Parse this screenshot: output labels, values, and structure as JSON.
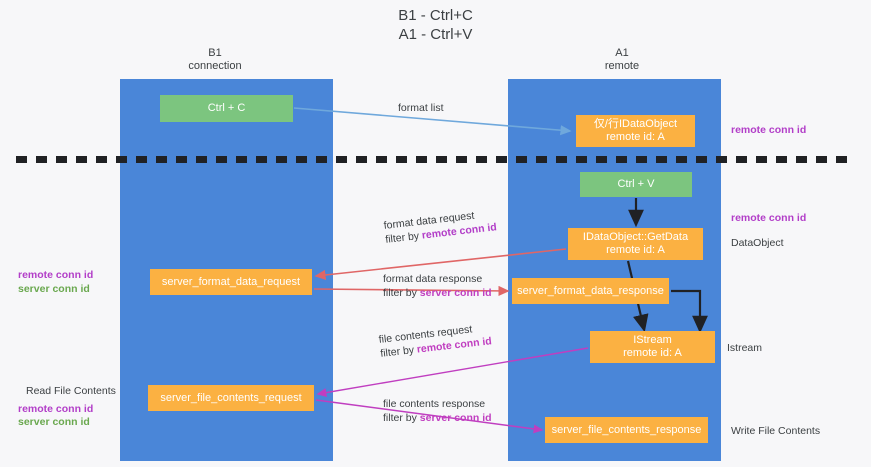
{
  "diagram": {
    "title": "B1 - Ctrl+C\nA1 - Ctrl+V",
    "colors": {
      "lane": "#4a86d8",
      "green_box": "#7cc57f",
      "orange_box": "#fbb142",
      "purple_text": "#b23ec8",
      "green_text": "#6aa84f",
      "magenta_text": "#c03ec0",
      "blue_arrow": "#6fa8dc",
      "red_arrow": "#e06666",
      "black_arrow": "#202124",
      "separator": "#202124",
      "background": "#f7f7f9"
    },
    "columns": [
      {
        "id": "b1",
        "line1": "B1",
        "line2": "connection"
      },
      {
        "id": "a1",
        "line1": "A1",
        "line2": "remote"
      }
    ],
    "boxes": {
      "ctrl_c": {
        "line1": "Ctrl + C",
        "line2": ""
      },
      "idataobject": {
        "line1": "仅/行IDataObject",
        "line2": "remote id: A"
      },
      "ctrl_v": {
        "line1": "Ctrl + V",
        "line2": ""
      },
      "getdata": {
        "line1": "IDataObject::GetData",
        "line2": "remote id: A"
      },
      "server_format_data_request": {
        "line1": "server_format_data_request",
        "line2": ""
      },
      "server_format_data_response": {
        "line1": "server_format_data_response",
        "line2": ""
      },
      "istream": {
        "line1": "IStream",
        "line2": "remote id: A"
      },
      "server_file_contents_request": {
        "line1": "server_file_contents_request",
        "line2": ""
      },
      "server_file_contents_response": {
        "line1": "server_file_contents_response",
        "line2": ""
      }
    },
    "edge_labels": {
      "format_list": "format list",
      "format_data_request": {
        "line1": "format data request",
        "prefix": "filter by ",
        "emphasis": "remote conn id"
      },
      "format_data_response": {
        "line1": "format data response",
        "prefix": "filter by ",
        "emphasis": "server conn id"
      },
      "file_contents_request": {
        "line1": "file contents request",
        "prefix": "filter by ",
        "emphasis": "remote conn id"
      },
      "file_contents_response": {
        "line1": "file contents response",
        "prefix": "filter by ",
        "emphasis": "server conn id"
      }
    },
    "side_labels": {
      "left_remote_conn_id": "remote conn id",
      "left_server_conn_id": "server conn id",
      "read_file_contents": "Read File Contents",
      "left_remote_conn_id_2": "remote conn id",
      "left_server_conn_id_2": "server conn id",
      "right_remote_conn_id_top": "remote conn id",
      "right_remote_conn_id_mid": "remote conn id",
      "dataobject": "DataObject",
      "istream": "Istream",
      "write_file_contents": "Write File Contents"
    }
  }
}
